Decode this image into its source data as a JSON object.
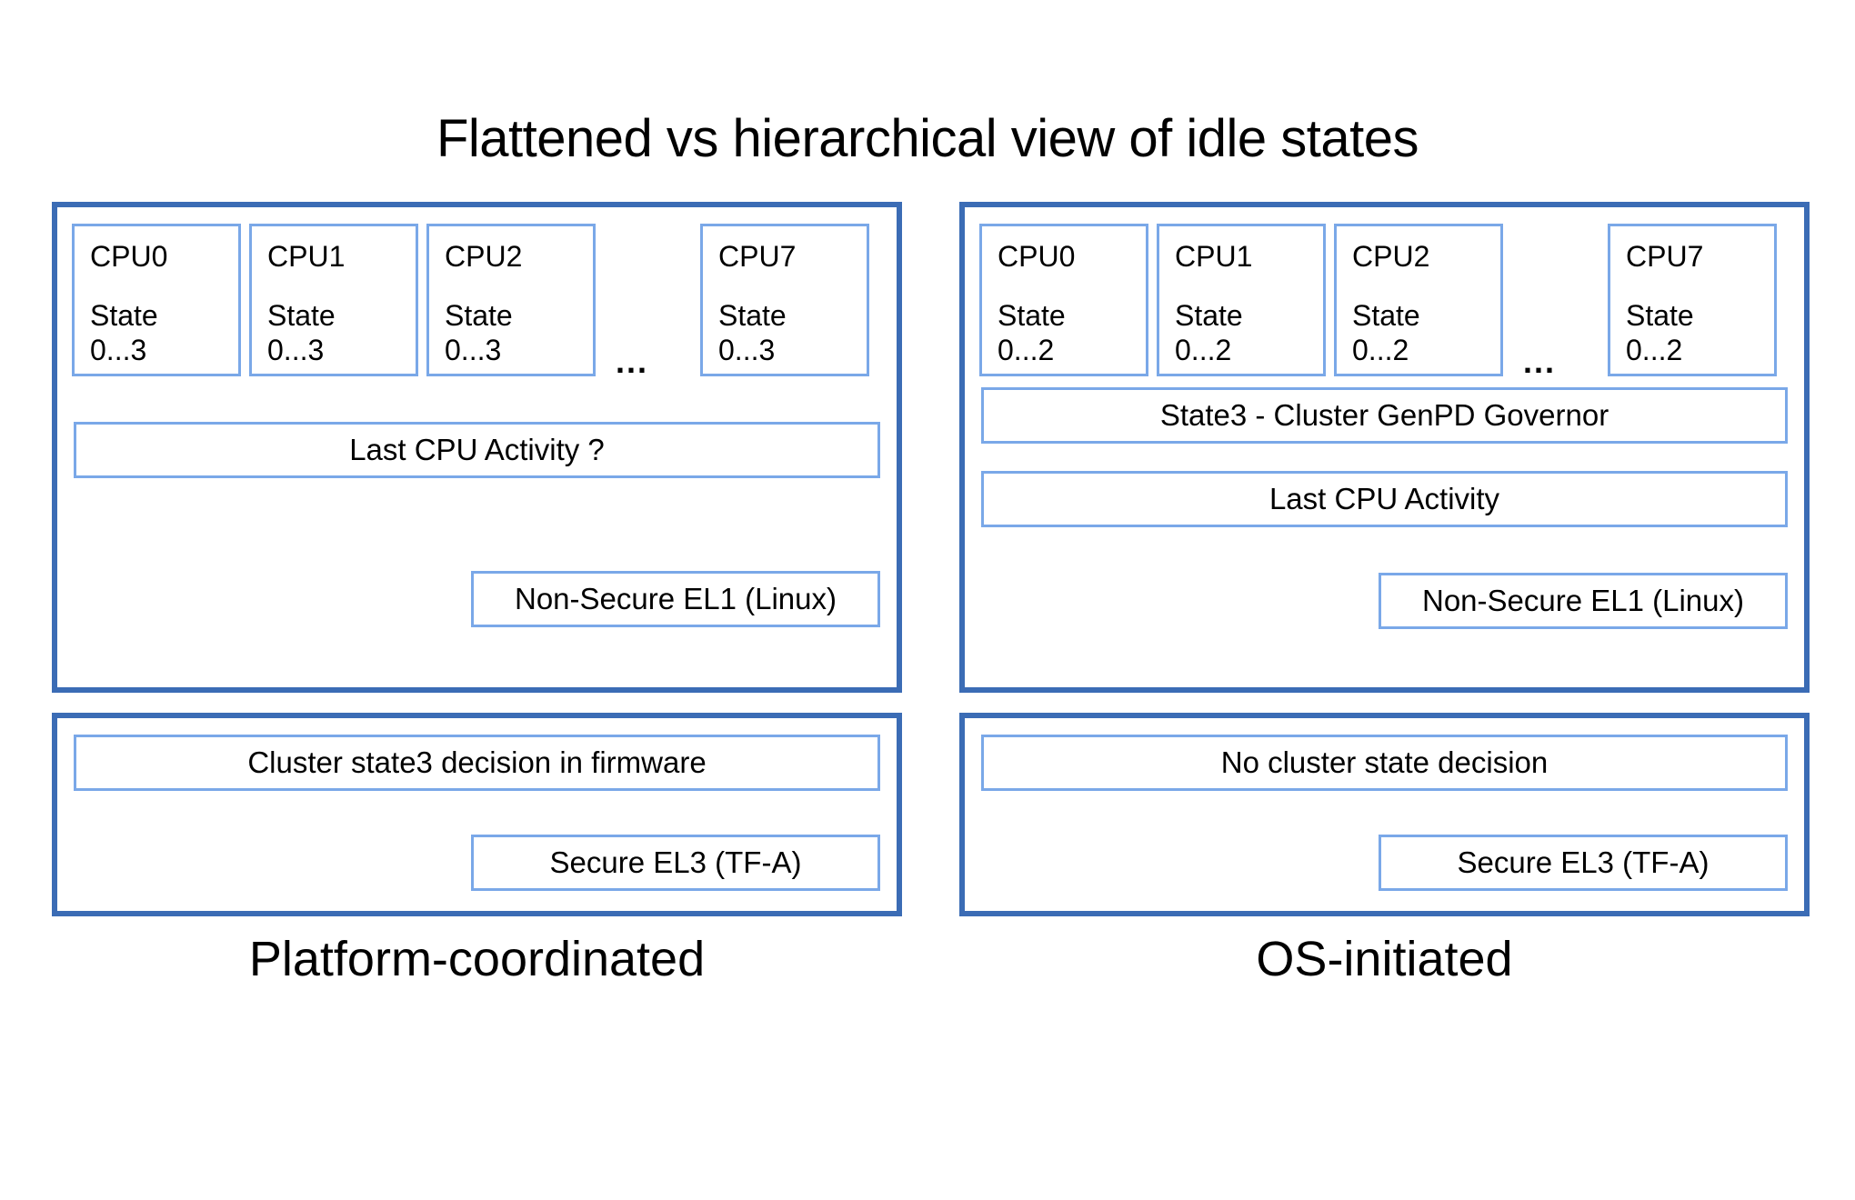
{
  "title": "Flattened vs hierarchical view of idle states",
  "colors": {
    "panel_border": "#3b6cb5",
    "box_border": "#7aa8e8",
    "background": "#ffffff",
    "text": "#000000"
  },
  "columns": [
    {
      "id": "platform-coordinated",
      "caption": "Platform-coordinated",
      "os_panel": {
        "cpus": [
          {
            "name": "CPU0",
            "state_label": "State",
            "state_range": "0...3"
          },
          {
            "name": "CPU1",
            "state_label": "State",
            "state_range": "0...3"
          },
          {
            "name": "CPU2",
            "state_label": "State",
            "state_range": "0...3"
          },
          {
            "name": "CPU7",
            "state_label": "State",
            "state_range": "0...3"
          }
        ],
        "ellipsis": "...",
        "bars": [
          {
            "id": "last-cpu-activity",
            "label": "Last CPU Activity ?"
          }
        ],
        "exception_level": "Non-Secure EL1 (Linux)"
      },
      "fw_panel": {
        "decision": "Cluster state3 decision in firmware",
        "exception_level": "Secure EL3 (TF-A)"
      }
    },
    {
      "id": "os-initiated",
      "caption": "OS-initiated",
      "os_panel": {
        "cpus": [
          {
            "name": "CPU0",
            "state_label": "State",
            "state_range": "0...2"
          },
          {
            "name": "CPU1",
            "state_label": "State",
            "state_range": "0...2"
          },
          {
            "name": "CPU2",
            "state_label": "State",
            "state_range": "0...2"
          },
          {
            "name": "CPU7",
            "state_label": "State",
            "state_range": "0...2"
          }
        ],
        "ellipsis": "...",
        "bars": [
          {
            "id": "cluster-genpd-governor",
            "label": "State3 - Cluster GenPD Governor"
          },
          {
            "id": "last-cpu-activity",
            "label": "Last CPU Activity"
          }
        ],
        "exception_level": "Non-Secure EL1 (Linux)"
      },
      "fw_panel": {
        "decision": "No cluster state decision",
        "exception_level": "Secure EL3 (TF-A)"
      }
    }
  ]
}
